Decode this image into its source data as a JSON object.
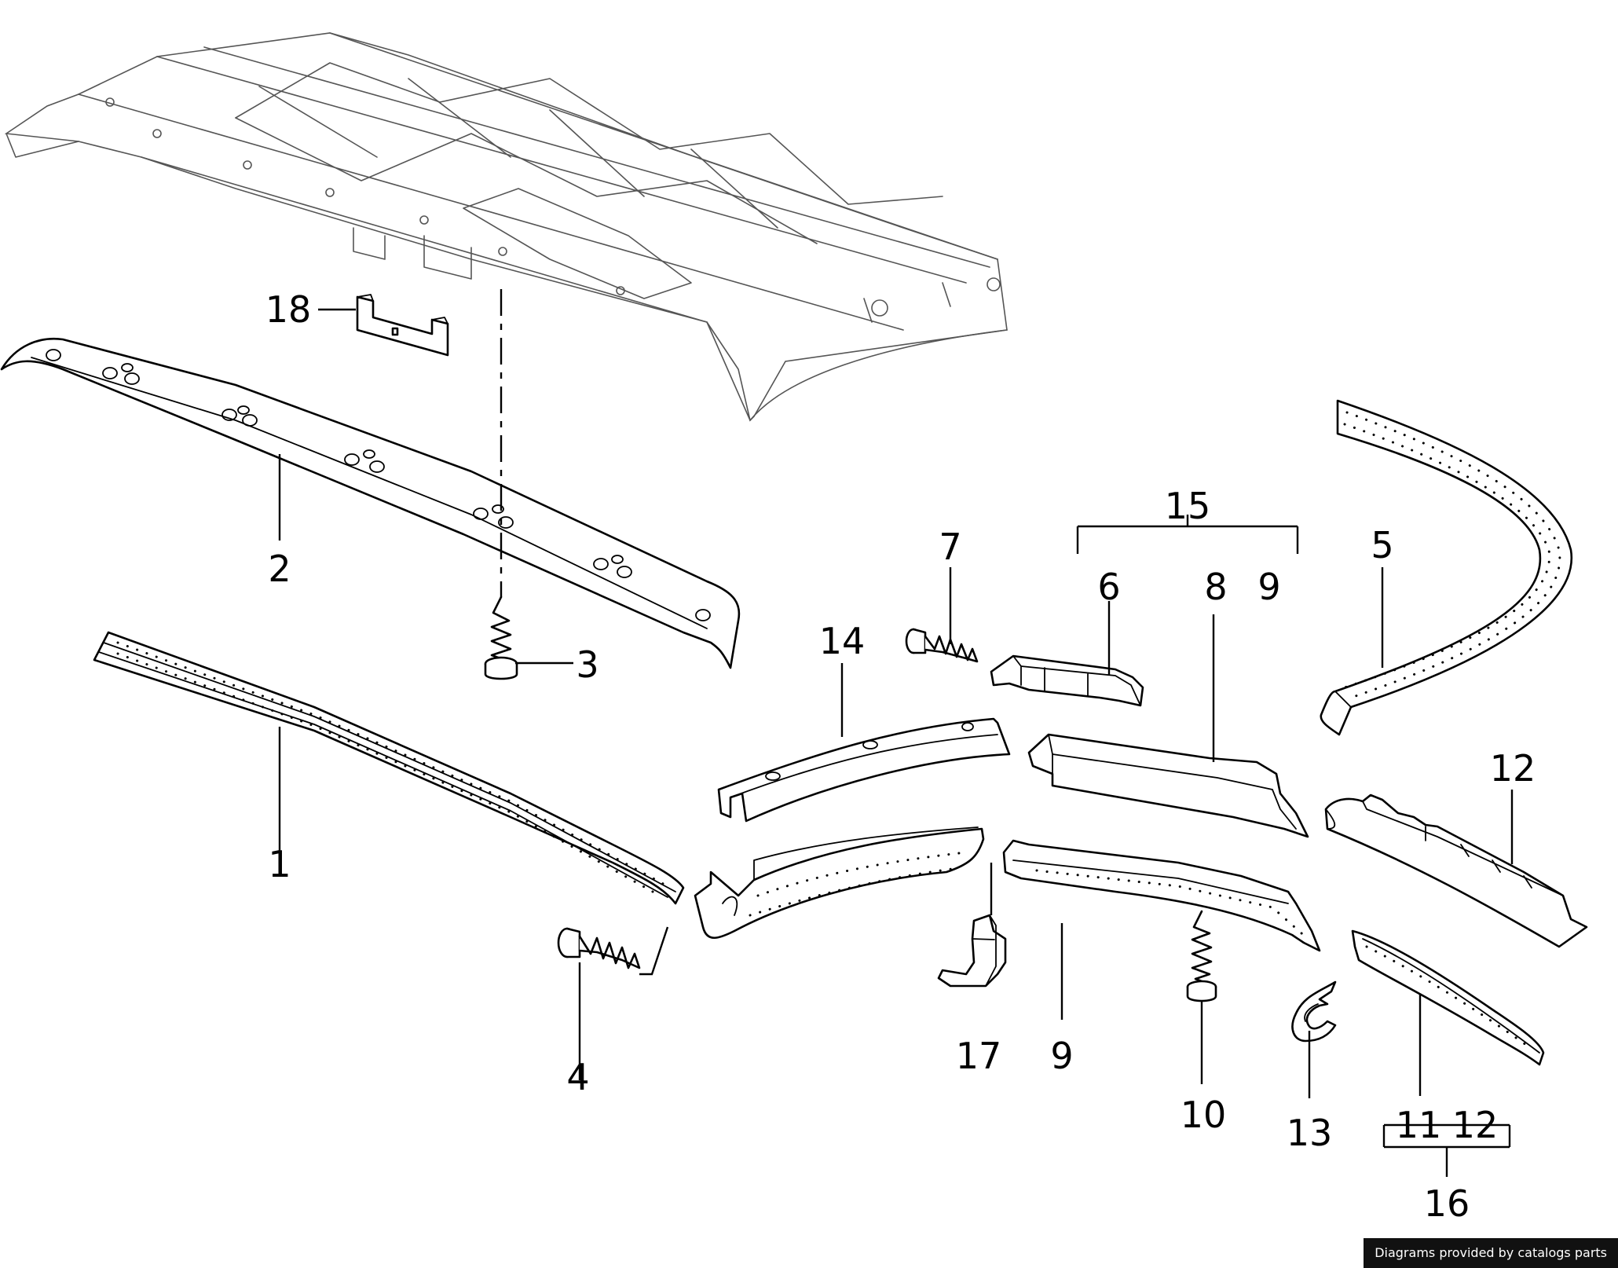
{
  "labels": {
    "l1": "1",
    "l2": "2",
    "l3": "3",
    "l4": "4",
    "l5": "5",
    "l6": "6",
    "l7": "7",
    "l8": "8",
    "l9a": "9",
    "l9b": "9",
    "l10": "10",
    "l11": "11",
    "l12a": "12",
    "l12b": "12",
    "l13": "13",
    "l14": "14",
    "l15": "15",
    "l16": "16",
    "l17": "17",
    "l18": "18"
  },
  "footer": {
    "credit": "Diagrams provided by catalogs parts"
  }
}
